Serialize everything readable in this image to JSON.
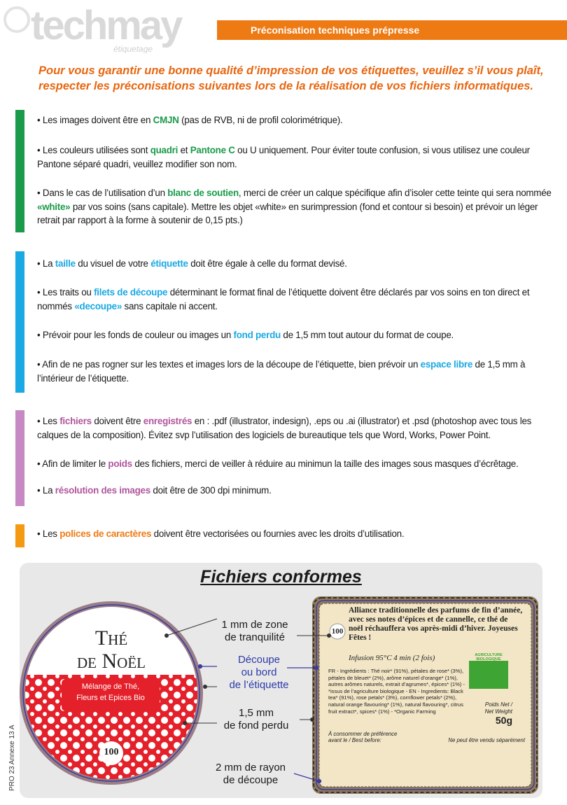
{
  "logo": {
    "brand": "techmay",
    "tagline": "étiquetage"
  },
  "header": {
    "title": "Préconisation techniques prépresse"
  },
  "intro": "Pour vous garantir une bonne qualité d’impression de vos étiquettes, veuillez s’il vous plaît, respecter les préconisations suivantes lors de la réalisation de vos fichiers informatiques.",
  "colors": {
    "green": "#1a9a4a",
    "blue": "#1aa9e2",
    "purple": "#b0569c",
    "orange": "#ee7a14"
  },
  "sections": [
    {
      "color": "green",
      "items": [
        [
          {
            "t": "• Les images doivent être en "
          },
          {
            "t": "CMJN",
            "kw": true
          },
          {
            "t": " (pas de RVB, ni de profil colorimétrique)."
          }
        ],
        [
          {
            "t": "• Les couleurs utilisées sont "
          },
          {
            "t": "quadri",
            "kw": true
          },
          {
            "t": " et "
          },
          {
            "t": "Pantone C",
            "kw": true
          },
          {
            "t": " ou U uniquement. Pour éviter toute confusion, si vous utilisez une couleur Pantone séparé quadri, veuillez modifier son nom."
          }
        ],
        [
          {
            "t": "• Dans le cas de l’utilisation d’un "
          },
          {
            "t": "blanc de soutien",
            "kw": true
          },
          {
            "t": ", merci de créer un calque spécifique afin d’isoler cette teinte qui sera nommée "
          },
          {
            "t": "«white»",
            "kw": true
          },
          {
            "t": " par vos soins (sans capitale). Mettre les objet «white» en surimpression (fond et contour si besoin) et prévoir un léger retrait par rapport à la forme à soutenir de 0,15 pts.)"
          }
        ]
      ]
    },
    {
      "color": "blue",
      "items": [
        [
          {
            "t": "• La "
          },
          {
            "t": "taille",
            "kw": true
          },
          {
            "t": " du visuel de votre "
          },
          {
            "t": "étiquette",
            "kw": true
          },
          {
            "t": " doit être égale à celle du format devisé."
          }
        ],
        [
          {
            "t": "• Les traits ou "
          },
          {
            "t": "filets de découpe",
            "kw": true
          },
          {
            "t": " déterminant le format final de l’étiquette doivent être déclarés par vos soins en ton direct et nommés "
          },
          {
            "t": "«decoupe»",
            "kw": true
          },
          {
            "t": " sans capitale ni accent."
          }
        ],
        [
          {
            "t": "• Prévoir pour les fonds de couleur ou images un "
          },
          {
            "t": "fond perdu",
            "kw": true
          },
          {
            "t": " de 1,5 mm tout autour du format de coupe."
          }
        ],
        [
          {
            "t": "• Afin de ne pas rogner sur les textes et images lors de la découpe de l’étiquette, bien prévoir un "
          },
          {
            "t": "espace libre",
            "kw": true
          },
          {
            "t": " de 1,5 mm à l’intérieur de l’étiquette."
          }
        ]
      ]
    },
    {
      "color": "purple",
      "items": [
        [
          {
            "t": "• Les "
          },
          {
            "t": "fichiers",
            "kw": true
          },
          {
            "t": " doivent être "
          },
          {
            "t": "enregistrés",
            "kw": true
          },
          {
            "t": " en : .pdf (illustrator, indesign), .eps ou .ai (illustrator) et .psd (photoshop avec tous les calques de la composition). Évitez svp l’utilisation des logiciels de bureautique tels que Word, Works, Power Point."
          }
        ],
        [
          {
            "t": "• Afin de limiter le "
          },
          {
            "t": "poids",
            "kw": true
          },
          {
            "t": " des fichiers, merci de veiller à réduire au minimun la taille des images sous masques d’écrêtage."
          }
        ],
        [
          {
            "t": "• La "
          },
          {
            "t": "résolution des images",
            "kw": true
          },
          {
            "t": " doit être de 300 dpi minimum."
          }
        ]
      ]
    },
    {
      "color": "orange",
      "items": [
        [
          {
            "t": "• Les "
          },
          {
            "t": "polices de caractères",
            "kw": true
          },
          {
            "t": " doivent être vectorisées ou fournies avec les droits d’utilisation."
          }
        ]
      ]
    }
  ],
  "panel": {
    "title": "Fichiers conformes",
    "annotations": {
      "zone": [
        "1 mm de zone",
        "de tranquilité"
      ],
      "decoupe": [
        "Découpe",
        "ou bord",
        "de l’étiquette"
      ],
      "fond": [
        "1,5 mm",
        "de fond perdu"
      ],
      "rayon": [
        "2 mm de rayon",
        "de découpe"
      ]
    },
    "round_label": {
      "title1": "Thé",
      "title2": "de Noël",
      "subtitle1": "Mélange de Thé,",
      "subtitle2": "Fleurs et Epices Bio",
      "number": "100"
    },
    "rect_label": {
      "number": "100",
      "desc": "Alliance traditionnelle des parfums de fin d’année, avec ses notes d’épices et de cannelle, ce thé de noël réchauffera vos après-midi d’hiver. Joyeuses Fêtes !",
      "infusion": "Infusion 95°C 4 min  (2 fois)",
      "bio_badge": [
        "AGRICULTURE",
        "BIOLOGIQUE"
      ],
      "ingredients": "FR - Ingrédients : Thé noir* (91%), pétales de rose* (3%), pétales de bleuet* (2%), arôme naturel d’orange* (1%), autres arômes naturels, extrait d’agrumes*, épices* (1%) - *issus de l’agriculture biologique - EN - Ingredients: Black tea* (91%), rose petals* (3%), cornflower petals* (2%), natural orange flavouring* (1%), natural flavouring*, citrus fruit extract*, spices* (1%) - *Organic Farming",
      "poids": [
        "Poids Net /",
        "Net Weight"
      ],
      "weight": "50g",
      "best_before": [
        "À consommer de préférence",
        "avant le / Best before:"
      ],
      "sold_alone": "Ne peut être vendu séparément"
    }
  },
  "side_code": "PRO 23 Annexe 13 A"
}
